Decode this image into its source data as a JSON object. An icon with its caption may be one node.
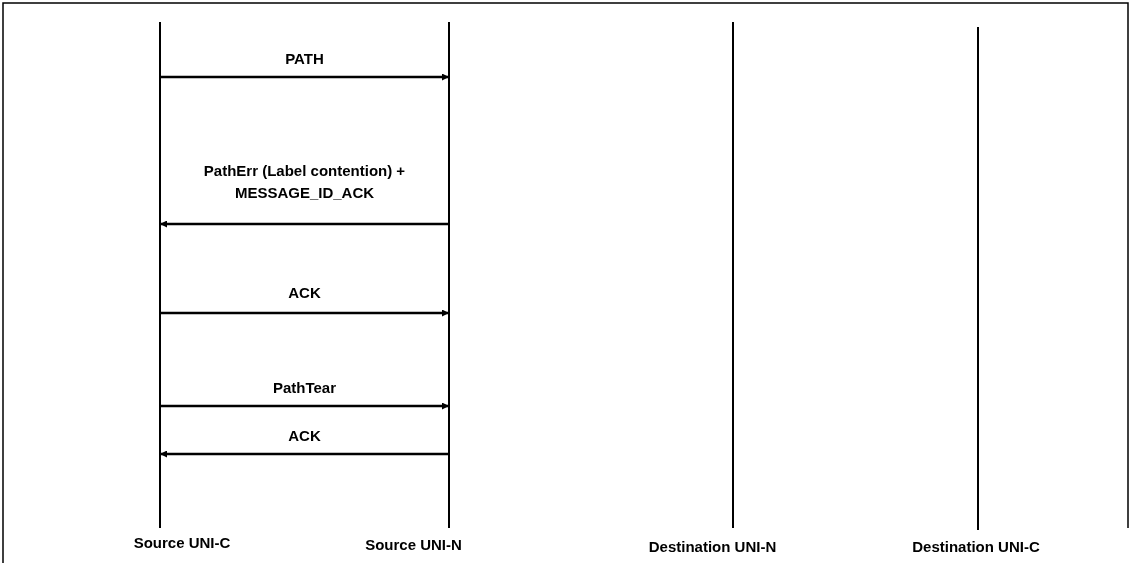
{
  "diagram": {
    "nodes": [
      {
        "text": [
          "Source UNI-C"
        ]
      },
      {
        "text": [
          "Source UNI-N"
        ]
      },
      {
        "text": [
          "Destination UNI-N"
        ]
      },
      {
        "text": [
          "Destination UNI-C"
        ]
      }
    ],
    "edges": [
      {
        "from": 0,
        "to": 1,
        "arrow": "to",
        "label": "PATH"
      },
      {
        "from": 1,
        "to": 0,
        "arrow": "to",
        "label": "PathErr (Label contention) + MESSAGE_ID_ACK"
      },
      {
        "from": 0,
        "to": 1,
        "arrow": "to",
        "label": "ACK"
      },
      {
        "from": 0,
        "to": 1,
        "arrow": "to",
        "label": "PathTear"
      },
      {
        "from": 1,
        "to": 0,
        "arrow": "to",
        "label": "ACK"
      }
    ]
  }
}
